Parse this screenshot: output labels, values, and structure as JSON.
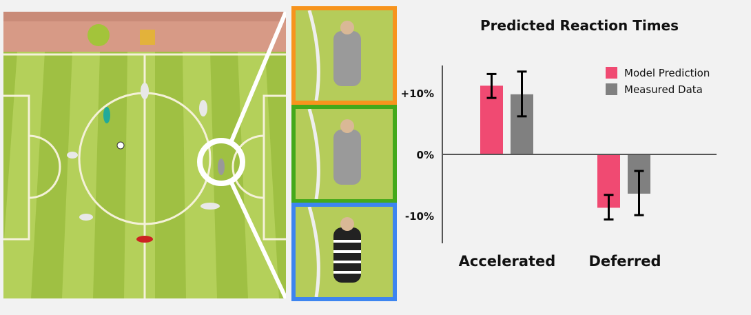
{
  "colors": {
    "orange": "#f7941d",
    "green": "#43a91b",
    "blue": "#3d85f0",
    "model": "#f04a72",
    "measured": "#808080"
  },
  "insets": [
    {
      "name": "inset-orange",
      "color": "orange"
    },
    {
      "name": "inset-green",
      "color": "green"
    },
    {
      "name": "inset-blue",
      "color": "blue"
    }
  ],
  "chart_data": {
    "type": "bar",
    "title": "Predicted Reaction Times",
    "categories": [
      "Accelerated",
      "Deferred"
    ],
    "series": [
      {
        "name": "Model Prediction",
        "values": [
          11.2,
          -8.7
        ],
        "err_low": [
          9.2,
          -10.6
        ],
        "err_high": [
          13.1,
          -6.6
        ]
      },
      {
        "name": "Measured Data",
        "values": [
          9.8,
          -6.4
        ],
        "err_low": [
          6.2,
          -9.9
        ],
        "err_high": [
          13.5,
          -2.7
        ]
      }
    ],
    "yticks": [
      {
        "v": 10,
        "label": "+10%"
      },
      {
        "v": 0,
        "label": "0%"
      },
      {
        "v": -10,
        "label": "-10%"
      }
    ],
    "ylim": [
      -14.5,
      14.5
    ],
    "ylabel": "",
    "xlabel": "",
    "legend": "top-right",
    "grid": false
  }
}
